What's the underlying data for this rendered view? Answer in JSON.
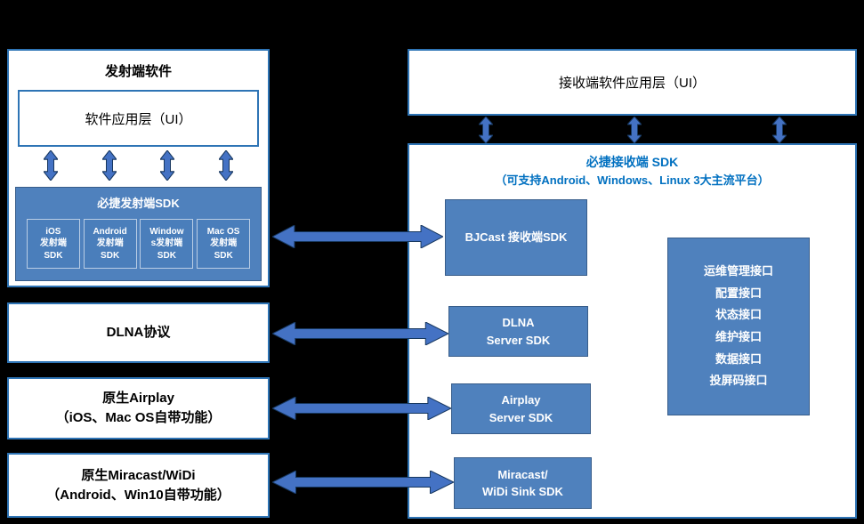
{
  "colors": {
    "background": "#000000",
    "panel_background": "#ffffff",
    "panel_border": "#2e74b5",
    "blue_fill": "#4f81bd",
    "blue_border": "#385d8a",
    "arrow_fill": "#4472c4",
    "arrow_stroke": "#17375e",
    "receiver_title_text": "#0070c0"
  },
  "icons": {
    "horizontal_double_arrow": "left-right-arrow-icon",
    "vertical_double_arrow": "up-down-arrow-icon"
  },
  "sender": {
    "title": "发射端软件",
    "app_layer_label": "软件应用层（UI）",
    "sdk_panel_title": "必捷发射端SDK",
    "sdk_items": [
      {
        "label": "iOS\n发射端\nSDK"
      },
      {
        "label": "Android\n发射端\nSDK"
      },
      {
        "label": "Window\ns发射端\nSDK"
      },
      {
        "label": "Mac OS\n发射端\nSDK"
      }
    ]
  },
  "protocol_boxes": [
    {
      "label": "DLNA协议"
    },
    {
      "label": "原生Airplay\n（iOS、Mac OS自带功能）"
    },
    {
      "label": "原生Miracast/WiDi\n（Android、Win10自带功能）"
    }
  ],
  "receiver": {
    "app_layer_label": "接收端软件应用层（UI）",
    "panel_title": "必捷接收端 SDK",
    "panel_subtitle": "（可支持Android、Windows、Linux 3大主流平台）",
    "modules": [
      {
        "label": "BJCast 接收端SDK"
      },
      {
        "label": "DLNA\nServer SDK"
      },
      {
        "label": "Airplay\nServer SDK"
      },
      {
        "label": "Miracast/\nWiDi Sink SDK"
      }
    ],
    "interface_box": {
      "lines": "运维管理接口\n配置接口\n状态接口\n维护接口\n数据接口\n投屏码接口"
    }
  }
}
